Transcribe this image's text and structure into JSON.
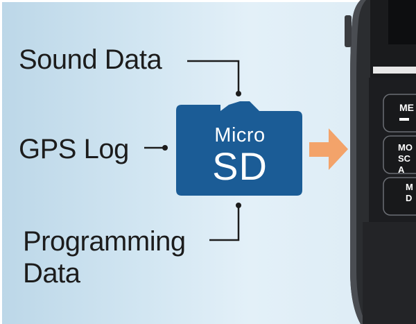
{
  "labels": {
    "sound_data": "Sound Data",
    "gps_log": "GPS Log",
    "programming_line1": "Programming",
    "programming_line2": "Data"
  },
  "card": {
    "micro": "Micro",
    "sd": "SD",
    "color": "#1b5c96"
  },
  "arrow": {
    "color": "#f3a36a"
  },
  "radio": {
    "button_labels": [
      "ME",
      "MO SCA",
      "M D"
    ]
  }
}
